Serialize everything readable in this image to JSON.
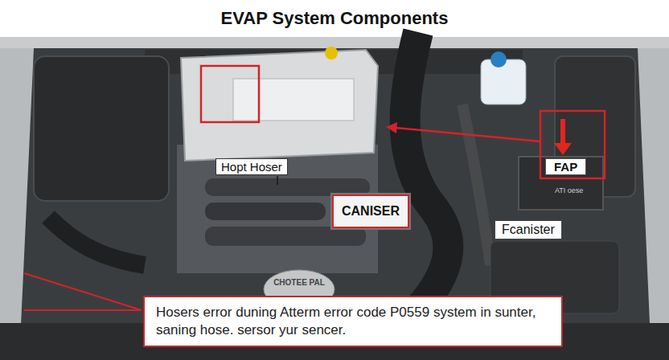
{
  "diagram": {
    "title": "EVAP System Components",
    "nodes": [
      {
        "text": [
          "Hopt Hoser"
        ]
      },
      {
        "text": [
          "FAP"
        ]
      },
      {
        "text": [
          "CANISER"
        ]
      },
      {
        "text": [
          "Fcanister"
        ]
      },
      {
        "text": [
          "Hosers error duning Atterm error code P0559 system in sunter, saning hose. sersor yur sencer."
        ]
      }
    ],
    "labels": [
      "CHOTEE PAL",
      "ATI oese"
    ]
  }
}
